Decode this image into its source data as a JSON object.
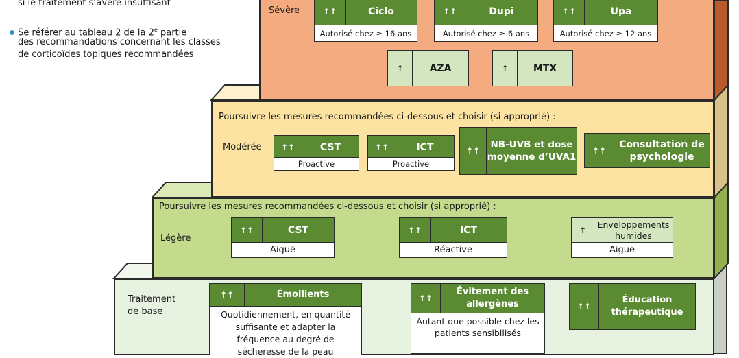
{
  "notes": {
    "line1": "si le traitement s’avère insuffisant",
    "line2": "Se référer au tableau 2 de la 2",
    "line2_sup": "e",
    "line2_end": " partie",
    "line3": "des recommandations concernant les classes",
    "line4": "de corticoïdes topiques recommandées"
  },
  "levels": {
    "severe": {
      "label": "Sévère",
      "color": "#f4ab80",
      "boxes": [
        {
          "arrows": "↑↑",
          "name": "Ciclo",
          "note": "Autorisé chez ≥ 16 ans"
        },
        {
          "arrows": "↑↑",
          "name": "Dupi",
          "note": "Autorisé chez ≥ 6 ans"
        },
        {
          "arrows": "↑↑",
          "name": "Upa",
          "note": "Autorisé chez ≥ 12 ans"
        },
        {
          "arrows": "↑",
          "name": "AZA"
        },
        {
          "arrows": "↑",
          "name": "MTX"
        }
      ]
    },
    "moderate": {
      "label": "Modérée",
      "intro": "Poursuivre les mesures recommandées ci-dessous et choisir (si approprié) :",
      "color": "#fde3a2",
      "boxes": [
        {
          "arrows": "↑↑",
          "name": "CST",
          "note": "Proactive"
        },
        {
          "arrows": "↑↑",
          "name": "ICT",
          "note": "Proactive"
        },
        {
          "arrows": "↑↑",
          "name": "NB-UVB et dose moyenne d’UVA1"
        },
        {
          "arrows": "↑↑",
          "name": "Consultation de psychologie"
        }
      ]
    },
    "mild": {
      "label": "Légère",
      "intro": "Poursuivre les mesures recommandées ci-dessous et choisir (si approprié) :",
      "color": "#c4da8c",
      "boxes": [
        {
          "arrows": "↑↑",
          "name": "CST",
          "note": "Aiguë"
        },
        {
          "arrows": "↑↑",
          "name": "ICT",
          "note": "Réactive"
        },
        {
          "arrows": "↑",
          "name": "Enveloppements humides",
          "note": "Aiguë"
        }
      ]
    },
    "base": {
      "label": "Traitement de base",
      "color": "#e8f2e1",
      "boxes": [
        {
          "arrows": "↑↑",
          "name": "Émollients",
          "note": "Quotidiennement, en quantité suffisante et adapter la fréquence au degré de sécheresse de la peau"
        },
        {
          "arrows": "↑↑",
          "name": "Évitement des allergènes",
          "note": "Autant que possible chez les patients sensibilisés"
        },
        {
          "arrows": "↑↑",
          "name": "Éducation thérapeutique"
        }
      ]
    }
  },
  "colors": {
    "dark_green": "#5a8a32",
    "light_green": "#d3e6c0"
  }
}
